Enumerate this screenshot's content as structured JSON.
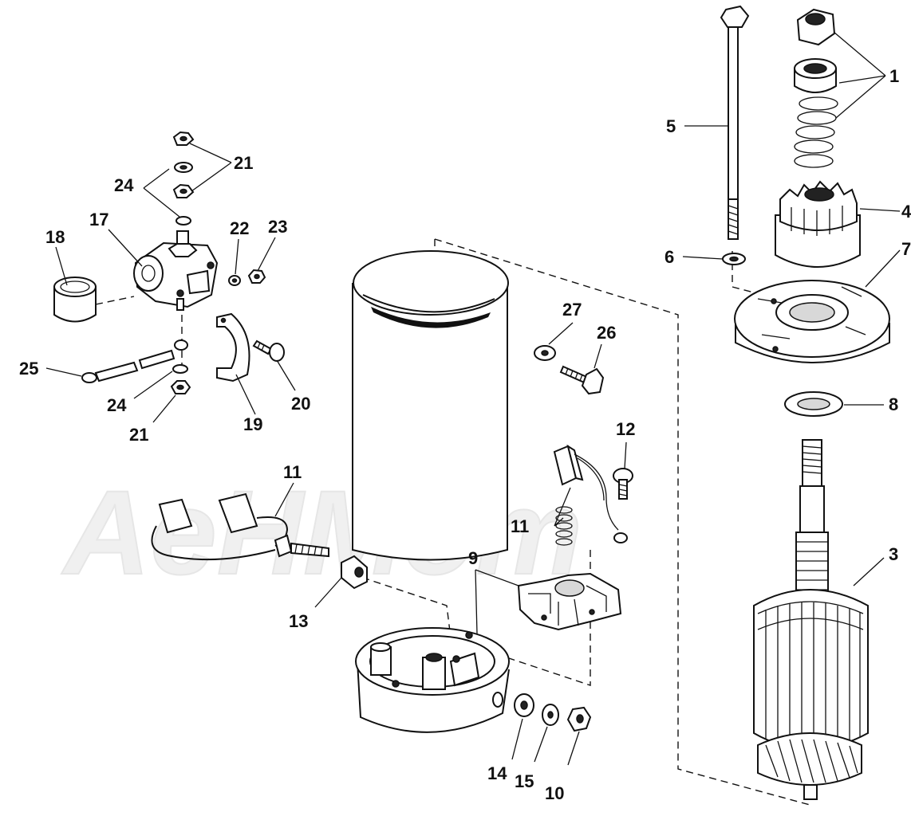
{
  "watermark": "AeHMom",
  "labels": {
    "l1": "1",
    "l3": "3",
    "l4": "4",
    "l5": "5",
    "l6": "6",
    "l7": "7",
    "l8": "8",
    "l9": "9",
    "l10": "10",
    "l11a": "11",
    "l11b": "11",
    "l12": "12",
    "l13": "13",
    "l14": "14",
    "l15": "15",
    "l17": "17",
    "l18": "18",
    "l19": "19",
    "l20": "20",
    "l21a": "21",
    "l21b": "21",
    "l22": "22",
    "l23": "23",
    "l24a": "24",
    "l24b": "24",
    "l25": "25",
    "l26": "26",
    "l27": "27"
  }
}
